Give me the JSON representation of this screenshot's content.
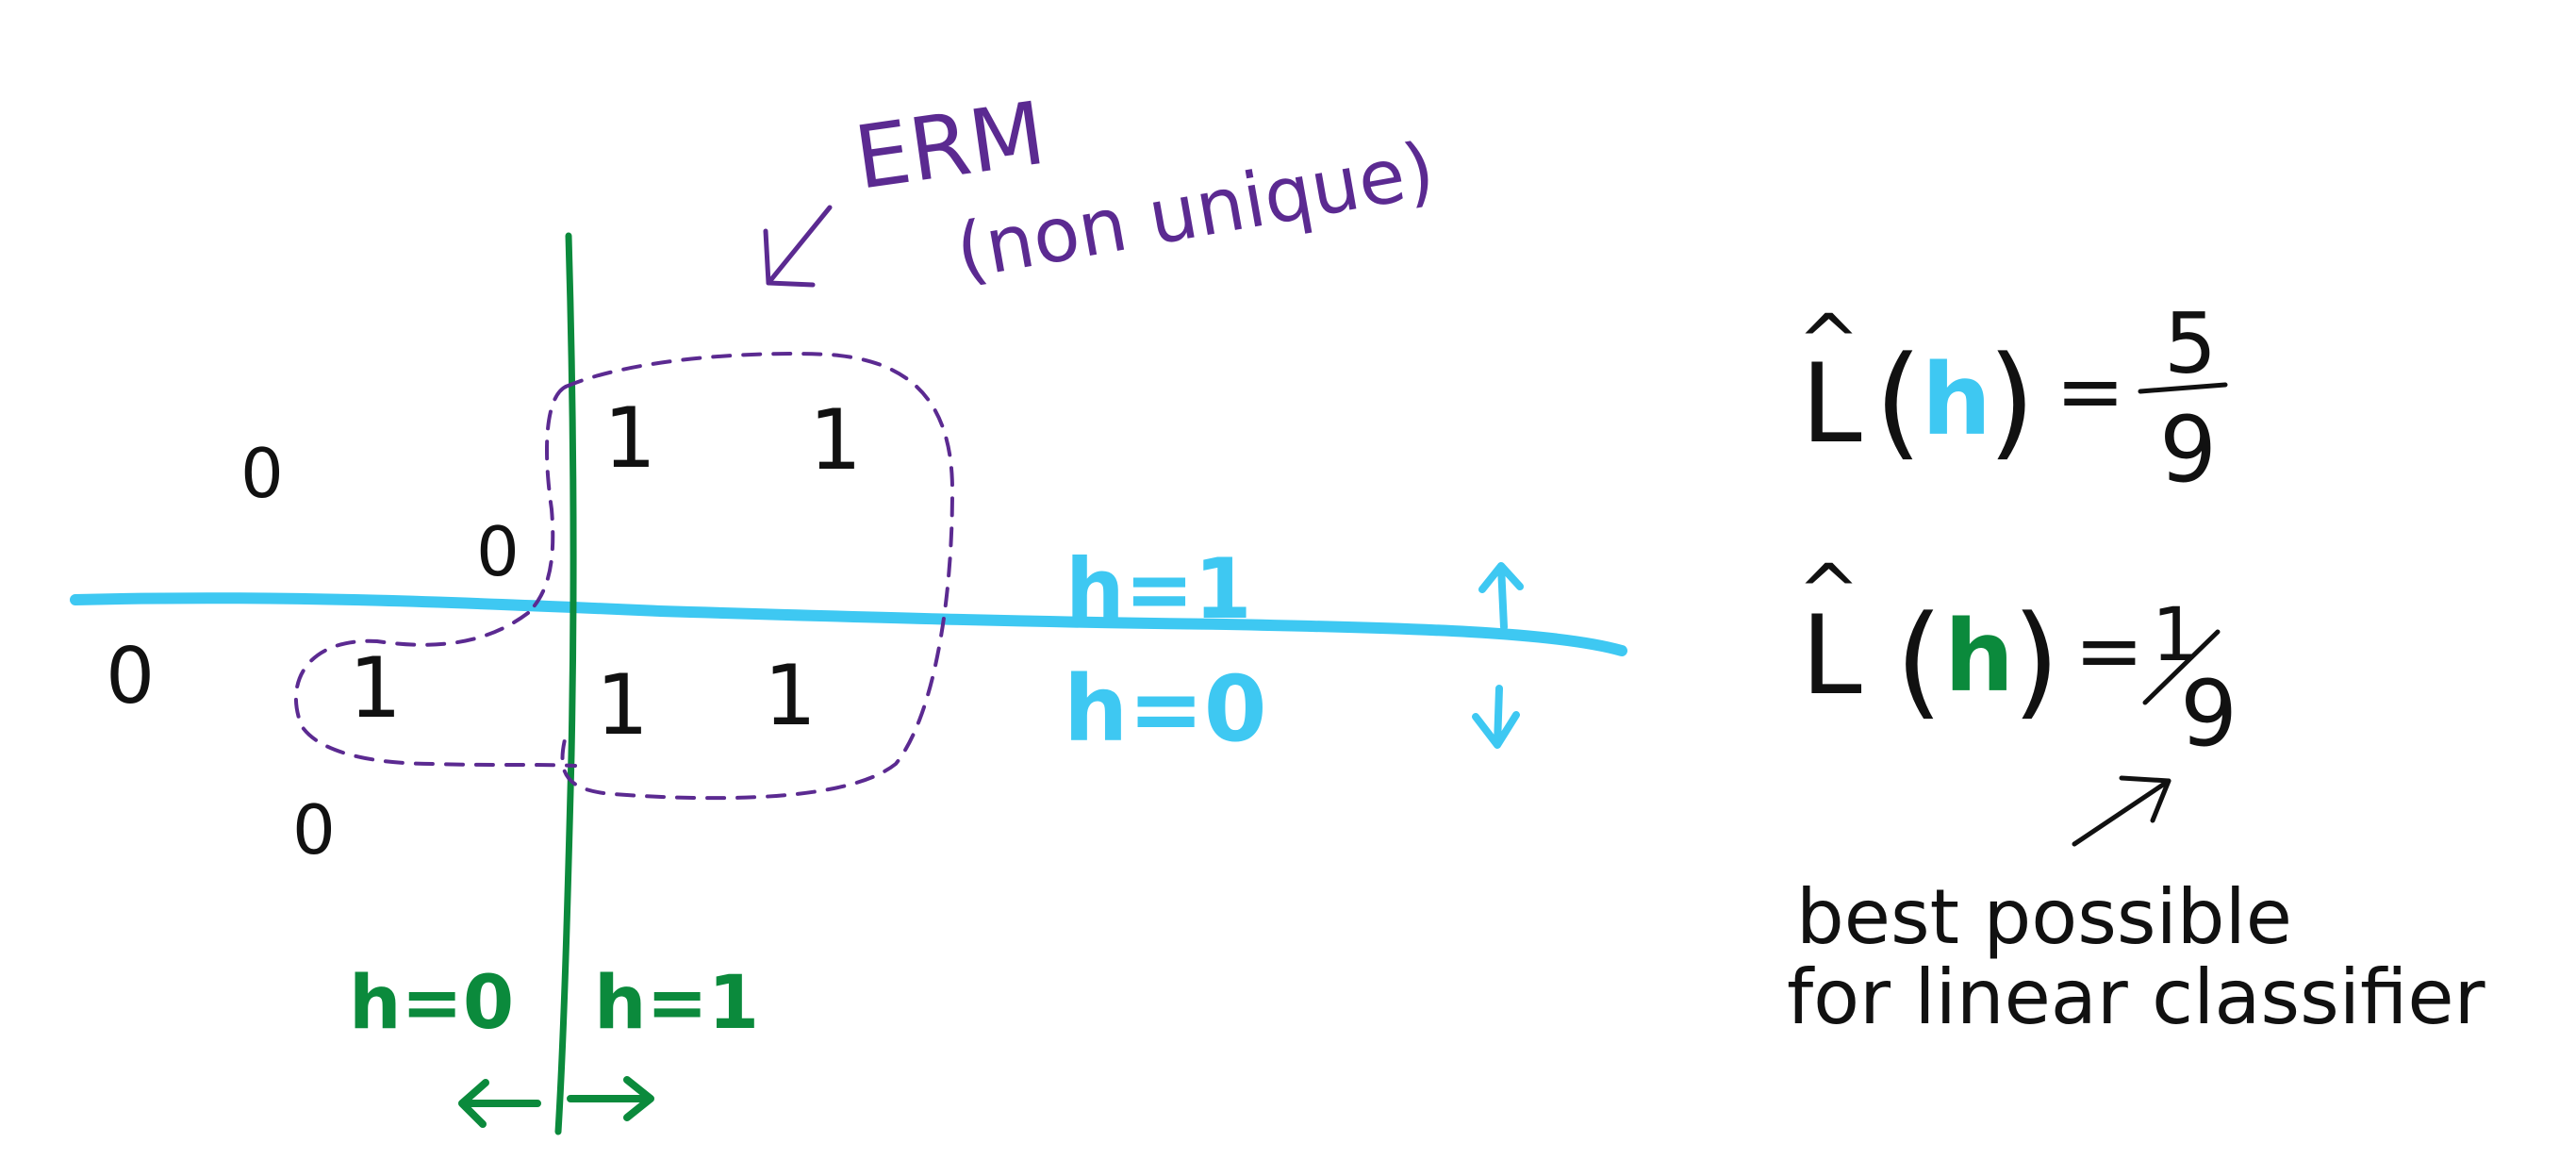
{
  "annotations": {
    "erm": "ERM",
    "non_unique": "(non unique)",
    "blue_upper_label": "h=1",
    "blue_lower_label": "h=0",
    "green_left_label": "h=0",
    "green_right_label": "h=1",
    "best_possible_line1": "best possible",
    "best_possible_line2": "for linear classifier"
  },
  "points": {
    "p1": "0",
    "p2": "0",
    "p3": "0",
    "p4": "1",
    "p5": "0",
    "p6": "1",
    "p7": "1",
    "p8": "1",
    "p9": "1"
  },
  "equations": {
    "eq1": {
      "lhs": "L",
      "hat": "^",
      "open_paren": "(",
      "h": "h",
      "close_paren": ")",
      "equals": "=",
      "numerator": "5",
      "denominator": "9"
    },
    "eq2": {
      "lhs": "L",
      "hat": "^",
      "open_paren": "(",
      "h": "h",
      "close_paren": ")",
      "equals": "=",
      "numerator": "1",
      "denominator": "9"
    }
  },
  "colors": {
    "black_ink": "#111111",
    "purple_ink": "#5b2a91",
    "green_ink": "#0b8a3c",
    "blue_ink": "#3ec8f2"
  }
}
